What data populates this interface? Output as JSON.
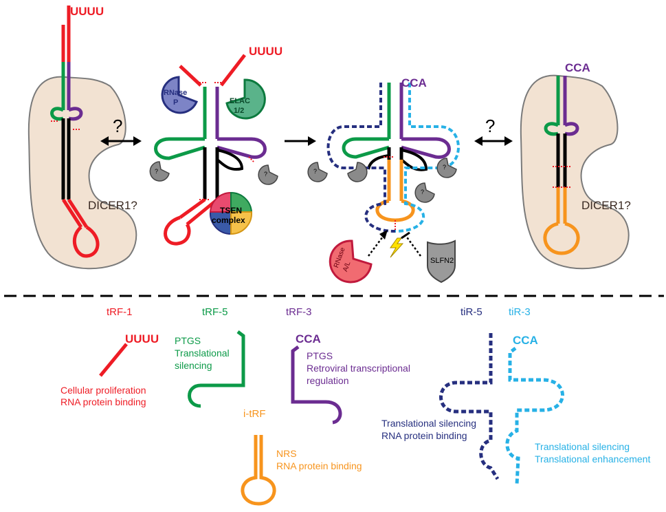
{
  "colors": {
    "red": "#ee1c25",
    "green": "#0c9a48",
    "purple": "#6b2c91",
    "navy": "#262f7f",
    "cyan": "#27b1e6",
    "orange": "#f7941d",
    "black": "#000000",
    "dicer_fill": "#f2e2d2",
    "dicer_stroke": "#7a7a7a",
    "gray_enzyme": "#8a8a8a"
  },
  "top": {
    "uuuu_left": "UUUU",
    "uuuu_mid": "UUUU",
    "question_left": "?",
    "question_right": "?",
    "dicer_left": "DICER1?",
    "dicer_right": "DICER1?",
    "cca_center": "CCA",
    "cca_right": "CCA",
    "rnase_p_line1": "RNase",
    "rnase_p_line2": "P",
    "elac_line1": "ELAC",
    "elac_line2": "1/2",
    "tsen_line1": "TSEN",
    "tsen_line2": "complex",
    "rnase_al_line1": "RNase",
    "rnase_al_line2": "A/L",
    "slfn2": "SLFN2",
    "small_q": "?"
  },
  "bottom": {
    "trf1": {
      "title": "tRF-1",
      "tail": "UUUU",
      "line1": "Cellular proliferation",
      "line2": "RNA protein binding"
    },
    "trf5": {
      "title": "tRF-5",
      "line1": "PTGS",
      "line2": "Translational",
      "line3": "silencing"
    },
    "trf3": {
      "title": "tRF-3",
      "tail": "CCA",
      "line1": "PTGS",
      "line2": "Retroviral transcriptional",
      "line3": "regulation"
    },
    "itrf": {
      "title": "i-tRF",
      "line1": "NRS",
      "line2": "RNA protein binding"
    },
    "tir5": {
      "title": "tiR-5",
      "line1": "Translational silencing",
      "line2": "RNA protein binding"
    },
    "tir3": {
      "title": "tiR-3",
      "tail": "CCA",
      "line1": "Translational silencing",
      "line2": "Translational enhancement"
    }
  }
}
